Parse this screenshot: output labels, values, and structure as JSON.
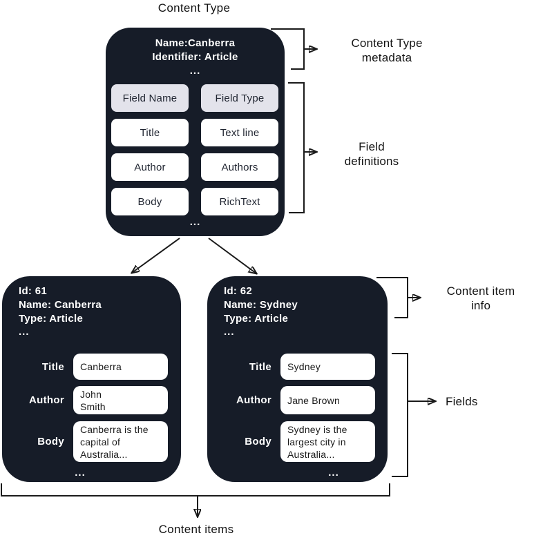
{
  "labels": {
    "title": "Content Type",
    "bottom": "Content items"
  },
  "annotations": {
    "metadata": "Content Type\nmetadata",
    "field_definitions": "Field\ndefinitions",
    "item_info": "Content item\ninfo",
    "fields": "Fields"
  },
  "type_card": {
    "meta": [
      "Name:Canberra",
      "Identifier: Article"
    ],
    "meta_ellipsis": "...",
    "table": {
      "header": [
        "Field Name",
        "Field Type"
      ],
      "rows": [
        [
          "Title",
          "Text line"
        ],
        [
          "Author",
          "Authors"
        ],
        [
          "Body",
          "RichText"
        ]
      ]
    },
    "bottom_ellipsis": "..."
  },
  "items": [
    {
      "info": [
        "Id: 61",
        "Name: Canberra",
        "Type: Article",
        "..."
      ],
      "fields": [
        {
          "label": "Title",
          "value": "Canberra"
        },
        {
          "label": "Author",
          "value": "John\nSmith"
        },
        {
          "label": "Body",
          "value": "Canberra is the\ncapital of\nAustralia..."
        }
      ],
      "ellipsis": "..."
    },
    {
      "info": [
        "Id: 62",
        "Name: Sydney",
        "Type: Article",
        "..."
      ],
      "fields": [
        {
          "label": "Title",
          "value": "Sydney"
        },
        {
          "label": "Author",
          "value": "Jane Brown"
        },
        {
          "label": "Body",
          "value": "Sydney is the\nlargest city in\nAustralia..."
        }
      ],
      "ellipsis": "..."
    }
  ],
  "colors": {
    "card_bg": "#161c28",
    "chip_header_bg": "#e3e3eb",
    "chip_bg": "#ffffff",
    "line": "#1a1a1a",
    "text_on_dark": "#ffffff",
    "text_dark": "#1f2430"
  }
}
